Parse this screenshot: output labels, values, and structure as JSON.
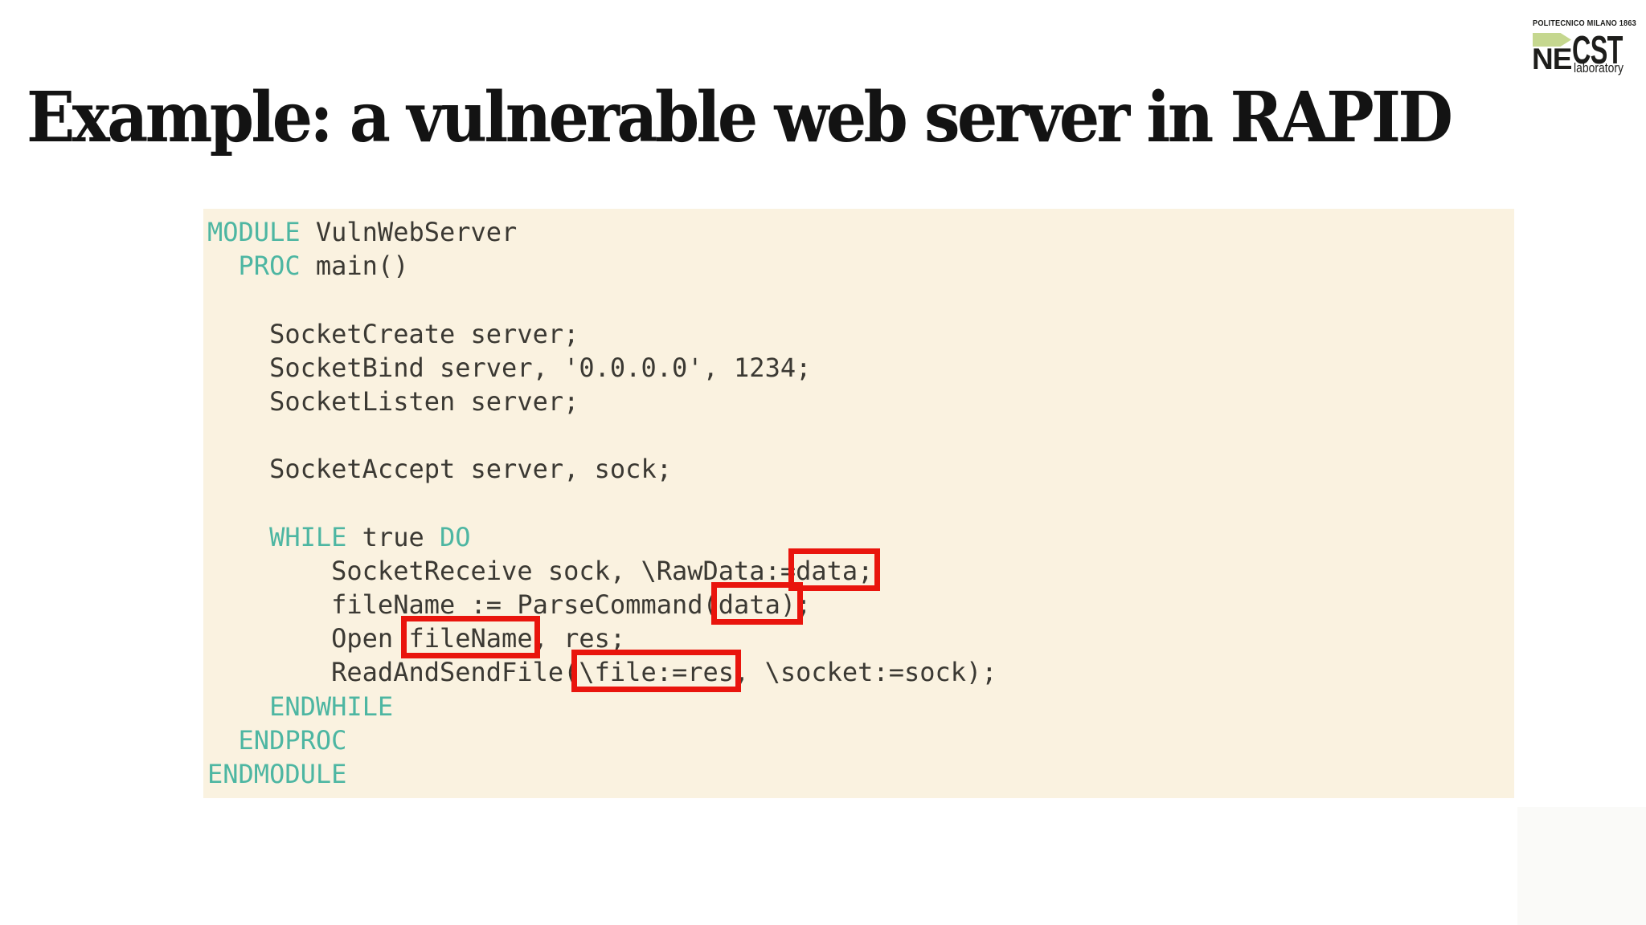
{
  "slide": {
    "title": "Example: a vulnerable web server in RAPID",
    "background": "#ffffff"
  },
  "logo": {
    "institution": "POLITECNICO MILANO 1863",
    "name_left": "NE",
    "name_right": "CST",
    "subtitle": "laboratory",
    "arrow_color": "#c5d78f",
    "text_color": "#1d1d1b"
  },
  "code": {
    "language": "RAPID",
    "background": "#faf2e0",
    "keyword_color": "#4db6a2",
    "text_color": "#3b3933",
    "highlight_border_color": "#e9150d",
    "lines": [
      [
        {
          "text": "MODULE",
          "type": "keyword"
        },
        {
          "text": " VulnWebServer",
          "type": "plain"
        }
      ],
      [
        {
          "text": "  ",
          "type": "plain"
        },
        {
          "text": "PROC",
          "type": "keyword"
        },
        {
          "text": " main()",
          "type": "plain"
        }
      ],
      [],
      [
        {
          "text": "    SocketCreate server;",
          "type": "plain"
        }
      ],
      [
        {
          "text": "    SocketBind server, '0.0.0.0', 1234;",
          "type": "plain"
        }
      ],
      [
        {
          "text": "    SocketListen server;",
          "type": "plain"
        }
      ],
      [],
      [
        {
          "text": "    SocketAccept server, sock;",
          "type": "plain"
        }
      ],
      [],
      [
        {
          "text": "    ",
          "type": "plain"
        },
        {
          "text": "WHILE",
          "type": "keyword"
        },
        {
          "text": " true ",
          "type": "plain"
        },
        {
          "text": "DO",
          "type": "keyword"
        }
      ],
      [
        {
          "text": "        SocketReceive sock, \\RawData:=",
          "type": "plain"
        },
        {
          "text": "data;",
          "type": "plain",
          "highlight": true
        }
      ],
      [
        {
          "text": "        fileName := ParseCommand(",
          "type": "plain"
        },
        {
          "text": "data)",
          "type": "plain",
          "highlight": true
        },
        {
          "text": ";",
          "type": "plain"
        }
      ],
      [
        {
          "text": "        Open ",
          "type": "plain"
        },
        {
          "text": "fileName",
          "type": "plain",
          "highlight": true
        },
        {
          "text": ", res;",
          "type": "plain"
        }
      ],
      [
        {
          "text": "        ReadAndSendFile(",
          "type": "plain"
        },
        {
          "text": "\\file:=res",
          "type": "plain",
          "highlight": true
        },
        {
          "text": ", \\socket:=sock);",
          "type": "plain"
        }
      ],
      [
        {
          "text": "    ",
          "type": "plain"
        },
        {
          "text": "ENDWHILE",
          "type": "keyword"
        }
      ],
      [
        {
          "text": "  ",
          "type": "plain"
        },
        {
          "text": "ENDPROC",
          "type": "keyword"
        }
      ],
      [
        {
          "text": "ENDMODULE",
          "type": "keyword"
        }
      ]
    ]
  }
}
